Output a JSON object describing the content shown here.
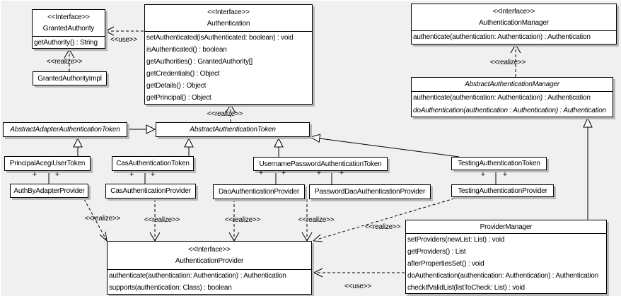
{
  "labels": {
    "interface_stereotype": "<<Interface>>",
    "use": "<<use>>",
    "realize": "<<realize>>",
    "plus": "+"
  },
  "classes": {
    "granted_authority": {
      "name": "GrantedAuthority",
      "methods": [
        "getAuthority() : String"
      ]
    },
    "granted_authority_impl": {
      "name": "GrantedAuthorityImpl"
    },
    "authentication": {
      "name": "Authentication",
      "methods": [
        "setAuthenticated(isAuthenticated: boolean) : void",
        "isAuthenticated() : boolean",
        "getAuthorities() : GrantedAuthority[]",
        "getCredentials() : Object",
        "getDetails() : Object",
        "getPrincipal() : Object"
      ]
    },
    "authentication_manager": {
      "name": "AuthenticationManager",
      "methods": [
        "authenticate(authentication: Authentication) : Authentication"
      ]
    },
    "abstract_authentication_manager": {
      "name": "AbstractAuthenticationManager",
      "methods": [
        "authenticate(authentication: Authentication) : Authentication",
        "doAuthentication(authentication : Authentication) : Authentication"
      ]
    },
    "abstract_adapter_authentication_token": {
      "name": "AbstractAdapterAuthenticationToken"
    },
    "abstract_authentication_token": {
      "name": "AbstractAuthenticationToken"
    },
    "principal_acegi_user_token": {
      "name": "PrincipalAcegiUserToken"
    },
    "cas_authentication_token": {
      "name": "CasAuthenticationToken"
    },
    "username_password_authentication_token": {
      "name": "UsernamePasswordAuthenticationToken"
    },
    "testing_authentication_token": {
      "name": "TestingAuthenticationToken"
    },
    "auth_by_adapter_provider": {
      "name": "AuthByAdapterProvider"
    },
    "cas_authentication_provider": {
      "name": "CasAuthenticationProvider"
    },
    "dao_authentication_provider": {
      "name": "DaoAuthenticationProvider"
    },
    "password_dao_authentication_provider": {
      "name": "PasswordDaoAuthenticationProvider"
    },
    "testing_authentication_provider": {
      "name": "TestingAuthenticationProvider"
    },
    "authentication_provider": {
      "name": "AuthenticationProvider",
      "methods": [
        "authenticate(authentication: Authentication) : Authentication",
        "supports(authentication: Class) : boolean"
      ]
    },
    "provider_manager": {
      "name": "ProviderManager",
      "methods": [
        "setProviders(newList: List) : void",
        "getProviders() : List",
        "afterPropertiesSet() : void",
        "doAuthentication(authentication: Authentication) : Authentication",
        "checkIfValidList(listToCheck: List) : void"
      ]
    }
  }
}
